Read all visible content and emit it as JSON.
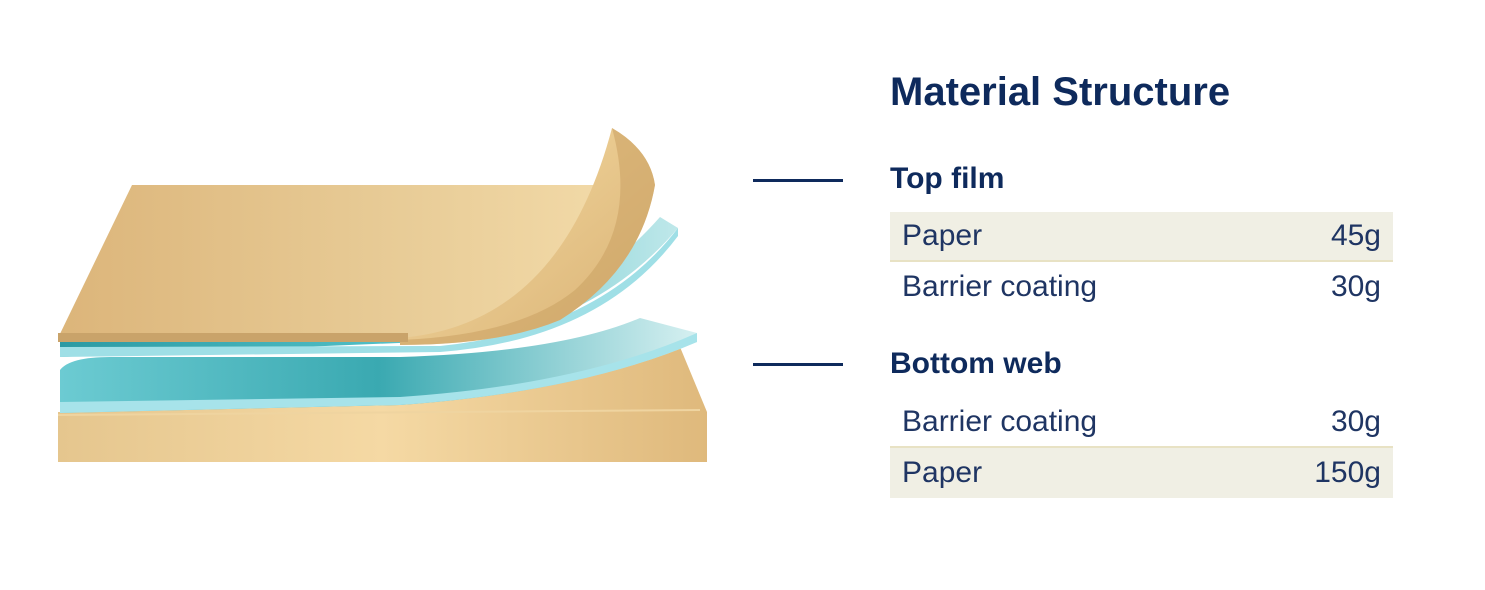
{
  "title": "Material Structure",
  "sections": [
    {
      "heading": "Top film",
      "rows": [
        {
          "label": "Paper",
          "value": "45g"
        },
        {
          "label": "Barrier coating",
          "value": "30g"
        }
      ]
    },
    {
      "heading": "Bottom web",
      "rows": [
        {
          "label": "Barrier coating",
          "value": "30g"
        },
        {
          "label": "Paper",
          "value": "150g"
        }
      ]
    }
  ],
  "colors": {
    "heading": "#0e2a5c",
    "text": "#1f3563",
    "paper": "#e6c28a",
    "coating": "#4fbcc3",
    "row_shade": "#f0efe4"
  }
}
